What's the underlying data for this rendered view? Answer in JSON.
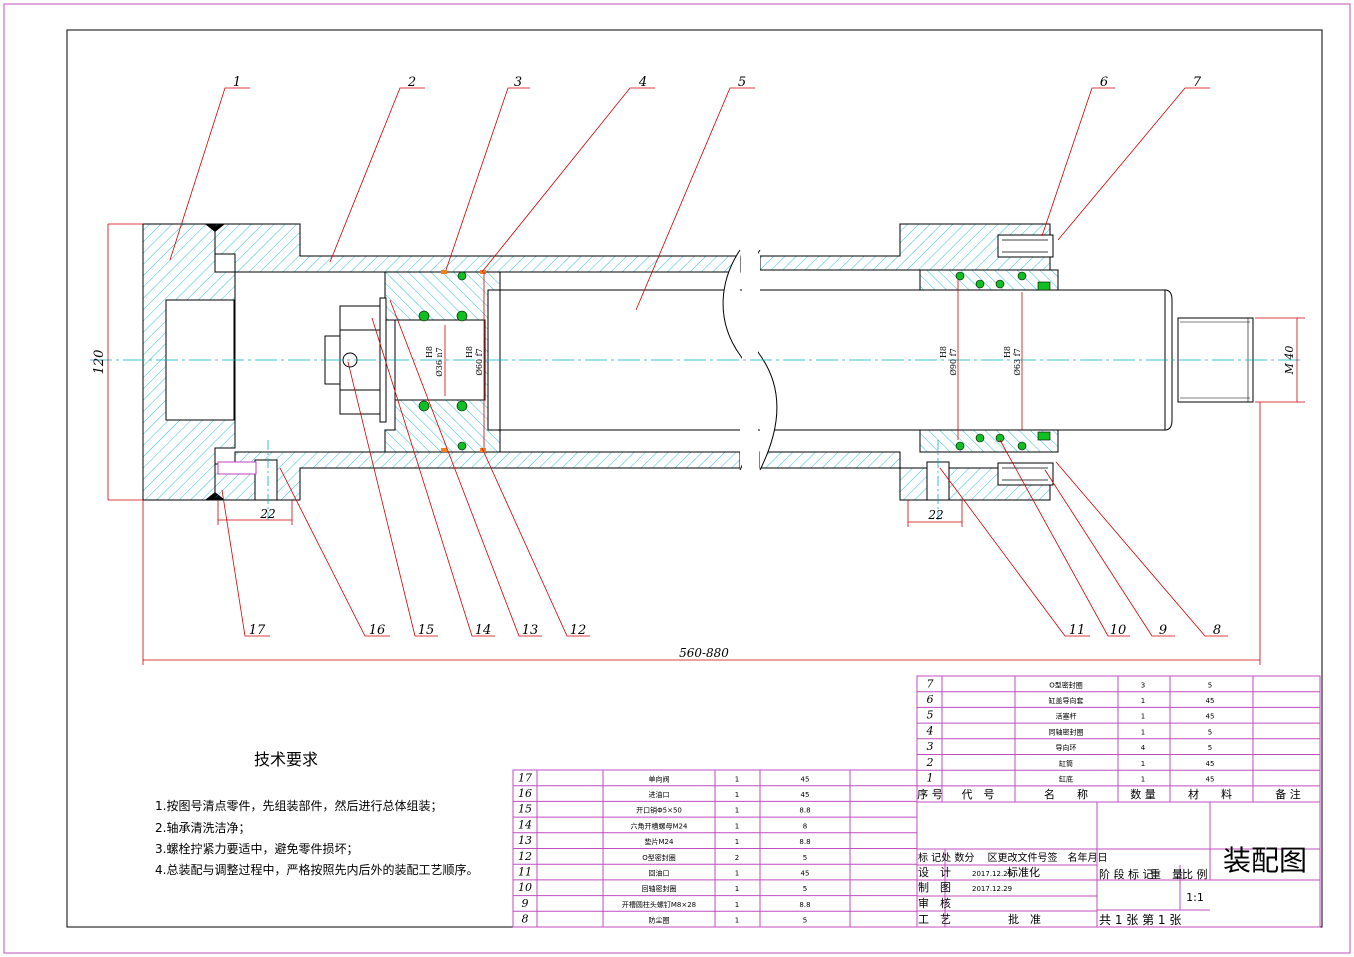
{
  "drawing": {
    "balloons": [
      "1",
      "2",
      "3",
      "4",
      "5",
      "6",
      "7",
      "8",
      "9",
      "10",
      "11",
      "12",
      "13",
      "14",
      "15",
      "16",
      "17"
    ],
    "dims": {
      "height": "120",
      "length": "560-880",
      "port_left": "22",
      "port_right": "22",
      "thread": "M 40",
      "fit1_top": "H8",
      "fit1_bot": "Ø36 n7",
      "fit2_top": "H8",
      "fit2_bot": "Ø60 f7",
      "fit3_top": "H8",
      "fit3_bot": "Ø90 f7",
      "fit4_top": "H8",
      "fit4_bot": "Ø63 f7"
    }
  },
  "tech_requirements": {
    "title": "技术要求",
    "items": [
      "1.按图号清点零件，先组装部件，然后进行总体组装；",
      "2.轴承清洗洁净；",
      "3.螺栓拧紧力要适中，避免零件损坏；",
      "4.总装配与调整过程中，严格按照先内后外的装配工艺顺序。"
    ]
  },
  "bom_left": [
    {
      "no": "17",
      "name": "单向阀",
      "qty": "1",
      "mat": "45"
    },
    {
      "no": "16",
      "name": "进油口",
      "qty": "1",
      "mat": "45"
    },
    {
      "no": "15",
      "name": "开口销Φ5×50",
      "qty": "1",
      "mat": "8.8"
    },
    {
      "no": "14",
      "name": "六角开槽螺母M24",
      "qty": "1",
      "mat": "8"
    },
    {
      "no": "13",
      "name": "垫片M24",
      "qty": "1",
      "mat": "8.8"
    },
    {
      "no": "12",
      "name": "O型密封圈",
      "qty": "2",
      "mat": "5"
    },
    {
      "no": "11",
      "name": "回油口",
      "qty": "1",
      "mat": "45"
    },
    {
      "no": "10",
      "name": "回轴密封圈",
      "qty": "1",
      "mat": "5"
    },
    {
      "no": "9",
      "name": "开槽圆柱头螺钉M8×28",
      "qty": "1",
      "mat": "8.8"
    },
    {
      "no": "8",
      "name": "防尘圈",
      "qty": "1",
      "mat": "5"
    }
  ],
  "bom_right": [
    {
      "no": "7",
      "name": "O型密封圈",
      "qty": "3",
      "mat": "5"
    },
    {
      "no": "6",
      "name": "缸盖导向套",
      "qty": "1",
      "mat": "45"
    },
    {
      "no": "5",
      "name": "活塞杆",
      "qty": "1",
      "mat": "45"
    },
    {
      "no": "4",
      "name": "同轴密封圈",
      "qty": "1",
      "mat": "5"
    },
    {
      "no": "3",
      "name": "导向环",
      "qty": "4",
      "mat": "5"
    },
    {
      "no": "2",
      "name": "缸筒",
      "qty": "1",
      "mat": "45"
    },
    {
      "no": "1",
      "name": "缸底",
      "qty": "1",
      "mat": "45"
    }
  ],
  "bom_header": {
    "seq": "序 号",
    "code": "代　号",
    "name": "名　　称",
    "qty": "数 量",
    "mat": "材　　料",
    "note": "备 注"
  },
  "title_block": {
    "row1": "标 记处 数分　 区更改文件号签　名年月日",
    "design": "设　计",
    "design_date": "2017.12.29",
    "standard": "标准化",
    "draw": "制　图",
    "draw_date": "2017.12.29",
    "check": "审　核",
    "process": "工　艺",
    "approve": "批　准",
    "stage": "阶 段 标 记",
    "weight": "重　量",
    "scale": "比 例",
    "scale_val": "1:1",
    "sheets": "共 1 张 第 1 张",
    "title": "装配图"
  }
}
